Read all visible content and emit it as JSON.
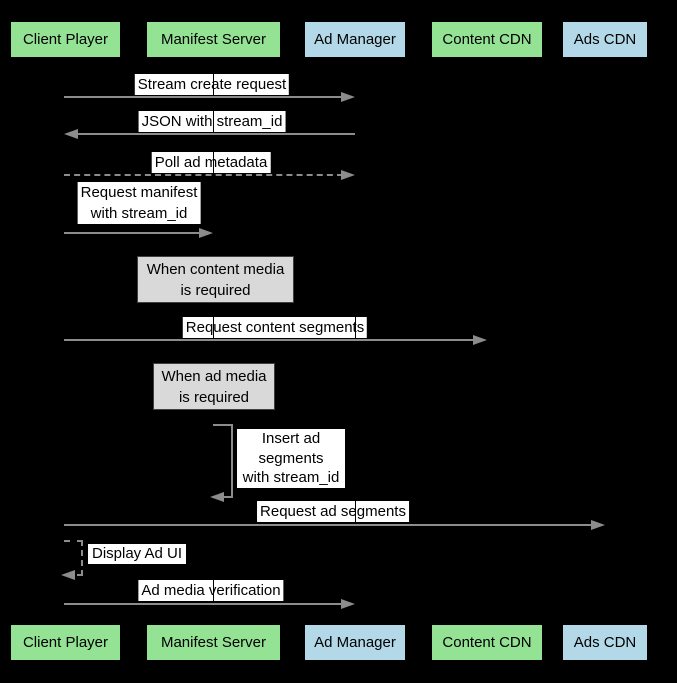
{
  "diagram_type": "sequence-diagram",
  "colors": {
    "background": "#000000",
    "actor_green": "#94e294",
    "actor_blue": "#b3d9e8",
    "arrow_gray": "#8c8c8c",
    "note_fill": "#d9d9d9",
    "note_border": "#3f3f3f",
    "label_bg": "#ffffff",
    "text": "#000000"
  },
  "actors": [
    {
      "label": "Client Player",
      "color": "green"
    },
    {
      "label": "Manifest Server",
      "color": "green"
    },
    {
      "label": "Ad Manager",
      "color": "blue"
    },
    {
      "label": "Content CDN",
      "color": "green"
    },
    {
      "label": "Ads CDN",
      "color": "blue"
    }
  ],
  "messages": [
    {
      "label": "Stream create request",
      "from": "Client Player",
      "to": "Ad Manager",
      "style": "solid"
    },
    {
      "label": "JSON with stream_id",
      "from": "Ad Manager",
      "to": "Client Player",
      "style": "solid"
    },
    {
      "label": "Poll ad metadata",
      "from": "Client Player",
      "to": "Ad Manager",
      "style": "dashed"
    },
    {
      "label": "Request manifest\nwith stream_id",
      "from": "Client Player",
      "to": "Manifest Server",
      "style": "solid"
    },
    {
      "label": "Request content segments",
      "from": "Client Player",
      "to": "Content CDN",
      "style": "solid"
    },
    {
      "label": "Request ad segments",
      "from": "Client Player",
      "to": "Ads CDN",
      "style": "solid"
    },
    {
      "label": "Ad media verification",
      "from": "Client Player",
      "to": "Ad Manager",
      "style": "solid"
    }
  ],
  "notes": [
    {
      "text": "When content media\nis required"
    },
    {
      "text": "When ad media\nis required"
    }
  ],
  "self_messages": [
    {
      "label": "Insert ad\nsegments\nwith stream_id",
      "actor": "Manifest Server",
      "style": "solid"
    },
    {
      "label": "Display Ad UI",
      "actor": "Client Player",
      "style": "dashed"
    }
  ]
}
